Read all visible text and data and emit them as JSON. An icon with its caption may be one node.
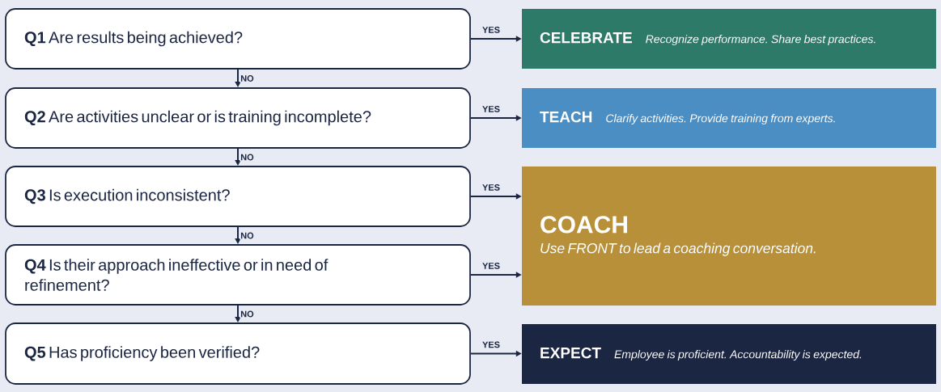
{
  "diagram": {
    "nodes": [
      {
        "text": [
          "**Q1** Are results being achieved?"
        ]
      },
      {
        "text": [
          "**Q2** Are activities unclear or is training incomplete?"
        ]
      },
      {
        "text": [
          "**Q3** Is execution inconsistent?"
        ]
      },
      {
        "text": [
          "**Q4** Is their approach ineffective or in need of refinement?"
        ]
      },
      {
        "text": [
          "**Q5** Has proficiency been verified?"
        ]
      },
      {
        "text": [
          "CELEBRATE",
          "Recognize performance. Share best practices."
        ]
      },
      {
        "text": [
          "TEACH",
          "Clarify activities. Provide training from experts."
        ]
      },
      {
        "text": [
          "COACH",
          "Use FRONT to lead a coaching conversation."
        ]
      },
      {
        "text": [
          "EXPECT",
          "Employee is proficient. Accountability is expected."
        ]
      }
    ],
    "edges": [
      {
        "from": 0,
        "to": 5,
        "arrow": "to",
        "label": "YES"
      },
      {
        "from": 0,
        "to": 1,
        "arrow": "to",
        "label": "NO"
      },
      {
        "from": 1,
        "to": 6,
        "arrow": "to",
        "label": "YES"
      },
      {
        "from": 1,
        "to": 2,
        "arrow": "to",
        "label": "NO"
      },
      {
        "from": 2,
        "to": 7,
        "arrow": "to",
        "label": "YES"
      },
      {
        "from": 2,
        "to": 3,
        "arrow": "to",
        "label": "NO"
      },
      {
        "from": 3,
        "to": 7,
        "arrow": "to",
        "label": "YES"
      },
      {
        "from": 3,
        "to": 4,
        "arrow": "to",
        "label": "NO"
      },
      {
        "from": 4,
        "to": 8,
        "arrow": "to",
        "label": "YES"
      }
    ]
  }
}
